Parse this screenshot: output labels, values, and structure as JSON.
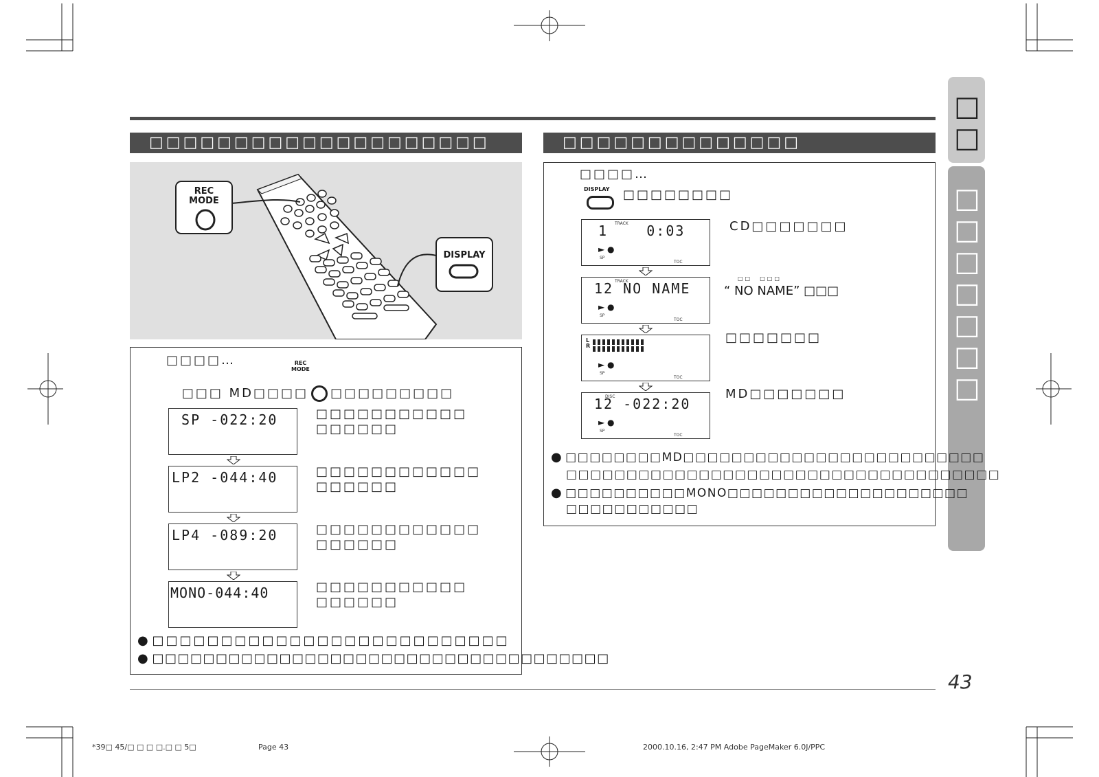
{
  "page": {
    "page_number": "43",
    "side_tab_top": "□□",
    "side_tab_bottom": "□□□□□□□",
    "footer_left": "*39□ 45/□ □ □ □.□ □ 5□",
    "footer_mid": "Page 43",
    "footer_right": "2000.10.16, 2:47 PM Adobe PageMaker 6.0J/PPC"
  },
  "left": {
    "header": "□□□□□□□□□□□□□□□□□□□□",
    "remote_rec_label_1": "REC",
    "remote_rec_label_2": "MODE",
    "remote_display_label": "DISPLAY",
    "intro": "□□□□…",
    "rec_small_1": "REC",
    "rec_small_2": "MODE",
    "instr_pre": "□□□ MD□□□□",
    "instr_post": "□□□□□□□□□",
    "modes": [
      {
        "lcd": " SP -022:20",
        "desc1": "□□□□□□□□□□□",
        "desc2": "□□□□□□"
      },
      {
        "lcd": "LP2 -044:40",
        "desc1": "□□□□□□□□□□□□",
        "desc2": "□□□□□□"
      },
      {
        "lcd": "LP4 -089:20",
        "desc1": "□□□□□□□□□□□□",
        "desc2": "□□□□□□"
      },
      {
        "lcd": "MONO-044:40",
        "desc1": "□□□□□□□□□□□",
        "desc2": "□□□□□□"
      }
    ],
    "bullets": [
      "□□□□□□□□□□□□□□□□□□□□□□□□□□",
      "□□□□□□□□□□□□□□□□□□□□□□□□□□□□□□□□□□□□"
    ]
  },
  "right": {
    "header": "□□□□□□□□□□□□□□",
    "intro": "□□□□…",
    "display_small": "DISPLAY",
    "display_instr": "□□□□□□□□",
    "lcds": [
      {
        "line": " 1    0:03",
        "small_tag": "TRACK",
        "desc": "CD□□□□□□□"
      },
      {
        "line": "12 NO NAME",
        "small_tag": "TRACK",
        "desc": "“ NO NAME” □□□",
        "ruby": "□□  □□□"
      },
      {
        "line": "",
        "small_tag": "",
        "desc": "□□□□□□□"
      },
      {
        "line": "12 -022:20",
        "small_tag": "DISC",
        "desc": "MD□□□□□□□"
      }
    ],
    "lcd_sp": "SP",
    "lcd_toc": "TOC",
    "lcd_lr_l": "L",
    "lcd_lr_r": "R",
    "bullets": [
      {
        "l1": "□□□□□□□□MD□□□□□□□□□□□□□□□□□□□□□□□□□",
        "l2": "□□□□□□□□□□□□□□□□□□□□□□□□□□□□□□□□□□□□"
      },
      {
        "l1": "□□□□□□□□□□MONO□□□□□□□□□□□□□□□□□□□□",
        "l2": "□□□□□□□□□□□"
      }
    ]
  },
  "colors": {
    "header_bg": "#4d4d4d",
    "sidebar": "#a8a8a8",
    "illustration_bg": "#e0e0e0"
  }
}
